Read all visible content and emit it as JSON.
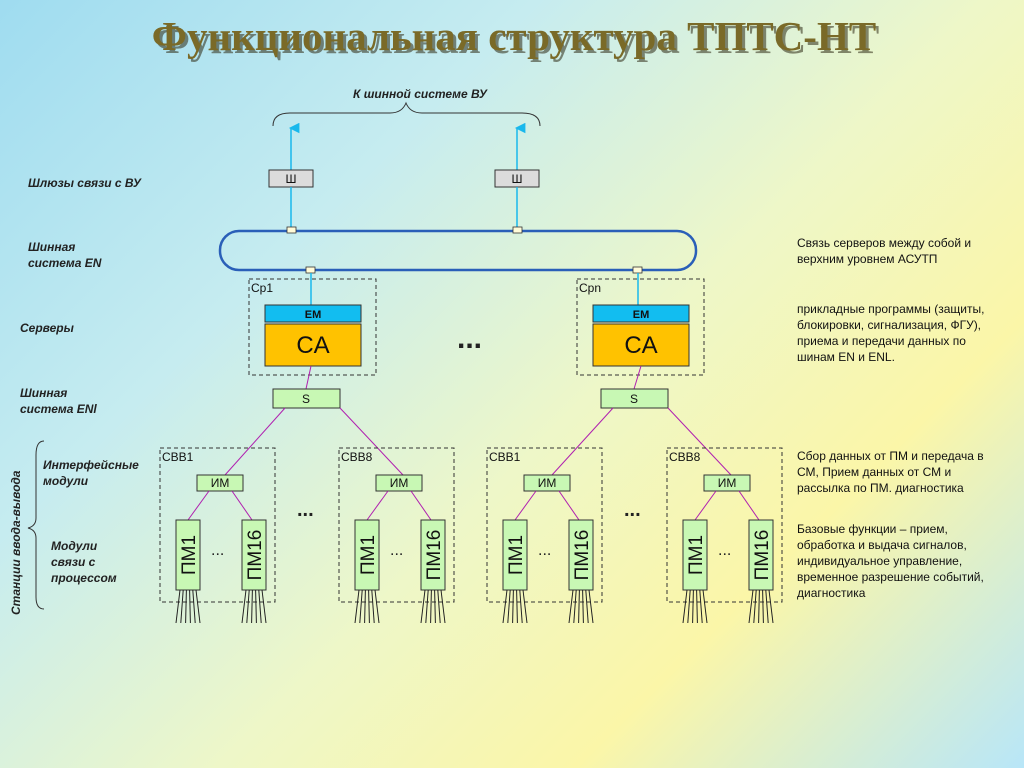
{
  "title": "Функциональная структура ТПТС-НТ",
  "top_label": "К шинной системе ВУ",
  "left_labels": {
    "gateways": "Шлюзы связи с ВУ",
    "bus_en_line1": "Шинная",
    "bus_en_line2": "система EN",
    "servers": "Серверы",
    "bus_enl_line1": "Шинная",
    "bus_enl_line2": "система ENl",
    "interface_line1": "Интерфейсные",
    "interface_line2": "модули",
    "modules_line1": "Модули",
    "modules_line2": "связи с",
    "modules_line3": "процессом",
    "stations_vertical": "Станции ввода-вывода"
  },
  "gateway_label": "Ш",
  "servers": [
    {
      "name": "Ср1",
      "em": "EM",
      "ca": "CA",
      "switch": "S"
    },
    {
      "name": "Срn",
      "em": "EM",
      "ca": "CA",
      "switch": "S"
    }
  ],
  "server_dots": "...",
  "stations": [
    {
      "name": "СВВ1",
      "im": "ИМ",
      "pm_first": "ПМ1",
      "pm_last": "ПМ16",
      "pm_dots": "..."
    },
    {
      "name": "СВВ8",
      "im": "ИМ",
      "pm_first": "ПМ1",
      "pm_last": "ПМ16",
      "pm_dots": "..."
    },
    {
      "name": "СВВ1",
      "im": "ИМ",
      "pm_first": "ПМ1",
      "pm_last": "ПМ16",
      "pm_dots": "..."
    },
    {
      "name": "СВВ8",
      "im": "ИМ",
      "pm_first": "ПМ1",
      "pm_last": "ПМ16",
      "pm_dots": "..."
    }
  ],
  "station_dots": "...",
  "descriptions": {
    "d1": [
      "Связь серверов между собой и",
      "верхним уровнем АСУТП"
    ],
    "d2": [
      "прикладные программы (защиты,",
      "блокировки, сигнализация, ФГУ),",
      "приема и передачи данных по",
      "шинам EN и ENL."
    ],
    "d3": [
      "Сбор данных от ПМ и передача в",
      "СМ, Прием данных от СМ и",
      "рассылка по ПМ. диагностика"
    ],
    "d4": [
      "Базовые функции – прием,",
      "обработка и выдача сигналов,",
      "индивидуальное управление,",
      "временное разрешение событий,",
      "диагностика"
    ]
  },
  "colors": {
    "bus_ring": "#2a5fb8",
    "uplink": "#19b8ec",
    "em_fill": "#12bdf0",
    "ca_fill": "#ffc200",
    "module_fill": "#c8f8b4",
    "station_link": "#b020b0",
    "gateway_fill": "#dcdcdc"
  }
}
